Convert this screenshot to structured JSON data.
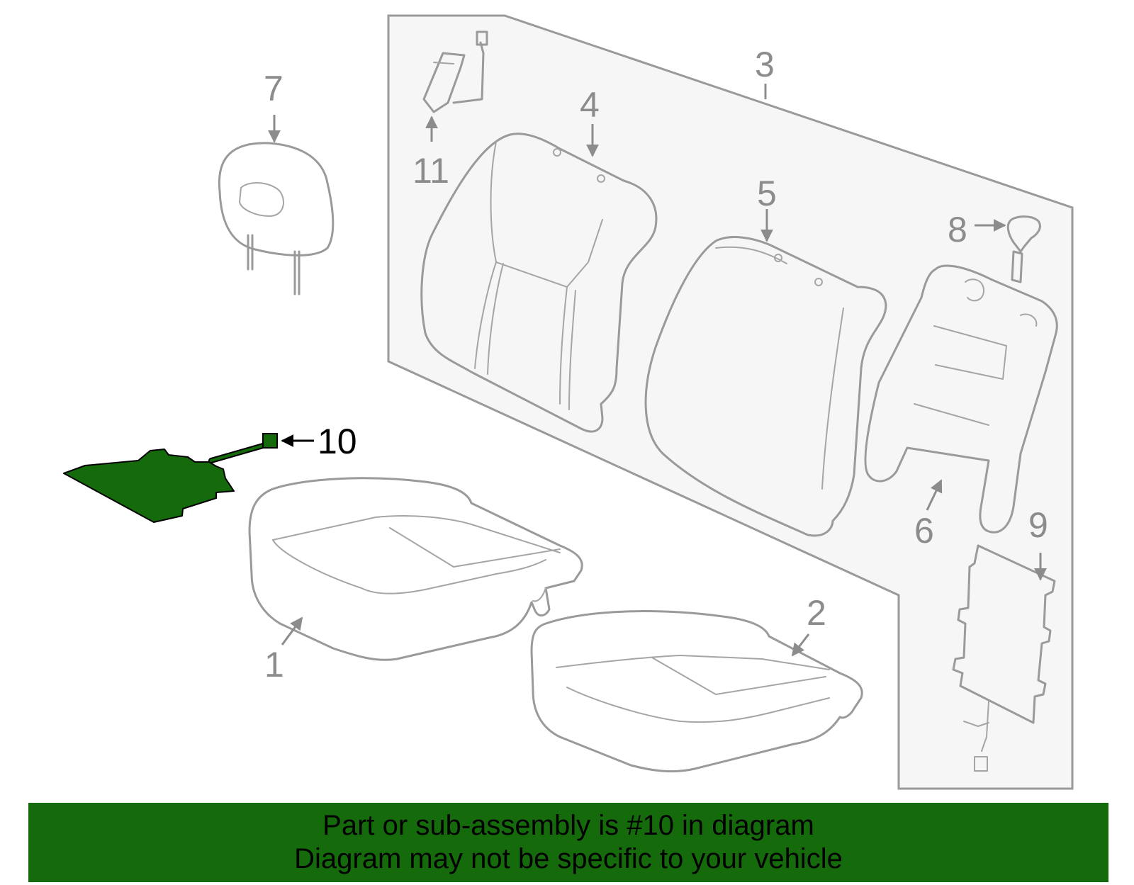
{
  "diagram": {
    "callouts": [
      {
        "id": "1",
        "text": "1"
      },
      {
        "id": "2",
        "text": "2"
      },
      {
        "id": "3",
        "text": "3"
      },
      {
        "id": "4",
        "text": "4"
      },
      {
        "id": "5",
        "text": "5"
      },
      {
        "id": "6",
        "text": "6"
      },
      {
        "id": "7",
        "text": "7"
      },
      {
        "id": "8",
        "text": "8"
      },
      {
        "id": "9",
        "text": "9"
      },
      {
        "id": "10",
        "text": "10"
      },
      {
        "id": "11",
        "text": "11"
      }
    ],
    "highlighted_part": "10",
    "highlight_color": "#156b0b",
    "line_color": "#9a9a9a"
  },
  "banner": {
    "line1": "Part or sub-assembly is #10 in diagram",
    "line2": "Diagram may not be specific to your vehicle",
    "background": "#156b0b"
  }
}
